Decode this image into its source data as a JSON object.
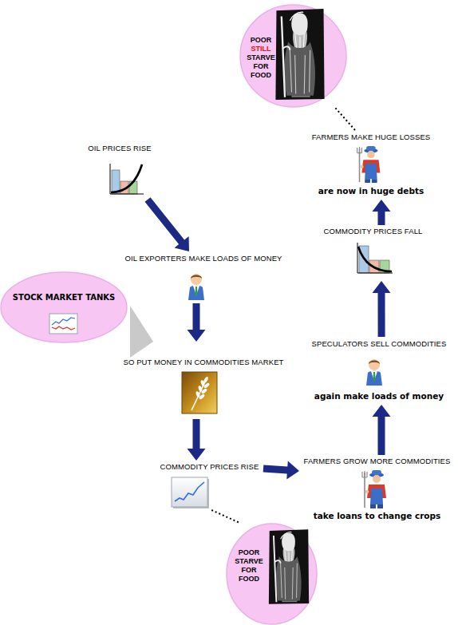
{
  "diagram": {
    "nodes": [
      {
        "text": [
          "OIL PRICES RISE"
        ]
      },
      {
        "text": [
          "OIL EXPORTERS MAKE LOADS OF MONEY"
        ]
      },
      {
        "text": [
          "STOCK MARKET TANKS"
        ]
      },
      {
        "text": [
          "SO PUT MONEY IN COMMODITIES MARKET"
        ]
      },
      {
        "text": [
          "COMMODITY PRICES RISE"
        ]
      },
      {
        "text": [
          "POOR STARVE FOR FOOD"
        ]
      },
      {
        "text": [
          "FARMERS GROW MORE COMMODITIES",
          "take loans to change crops"
        ]
      },
      {
        "text": [
          "SPECULATORS SELL COMMODITIES",
          "again make loads of money"
        ]
      },
      {
        "text": [
          "COMMODITY PRICES FALL"
        ]
      },
      {
        "text": [
          "FARMERS MAKE HUGE LOSSES",
          "are now in huge debts"
        ]
      },
      {
        "text": [
          "POOR",
          "STILL",
          "STARVE FOR FOOD"
        ]
      }
    ],
    "edges": [
      {
        "from": 0,
        "to": 1,
        "arrow": "to"
      },
      {
        "from": 1,
        "to": 3,
        "arrow": "to"
      },
      {
        "from": 2,
        "to": 3,
        "arrow": "to"
      },
      {
        "from": 3,
        "to": 4,
        "arrow": "to"
      },
      {
        "from": 4,
        "to": 5,
        "arrow": "none"
      },
      {
        "from": 4,
        "to": 6,
        "arrow": "to"
      },
      {
        "from": 6,
        "to": 7,
        "arrow": "to"
      },
      {
        "from": 7,
        "to": 8,
        "arrow": "to"
      },
      {
        "from": 8,
        "to": 9,
        "arrow": "to"
      },
      {
        "from": 9,
        "to": 10,
        "arrow": "none"
      }
    ]
  }
}
